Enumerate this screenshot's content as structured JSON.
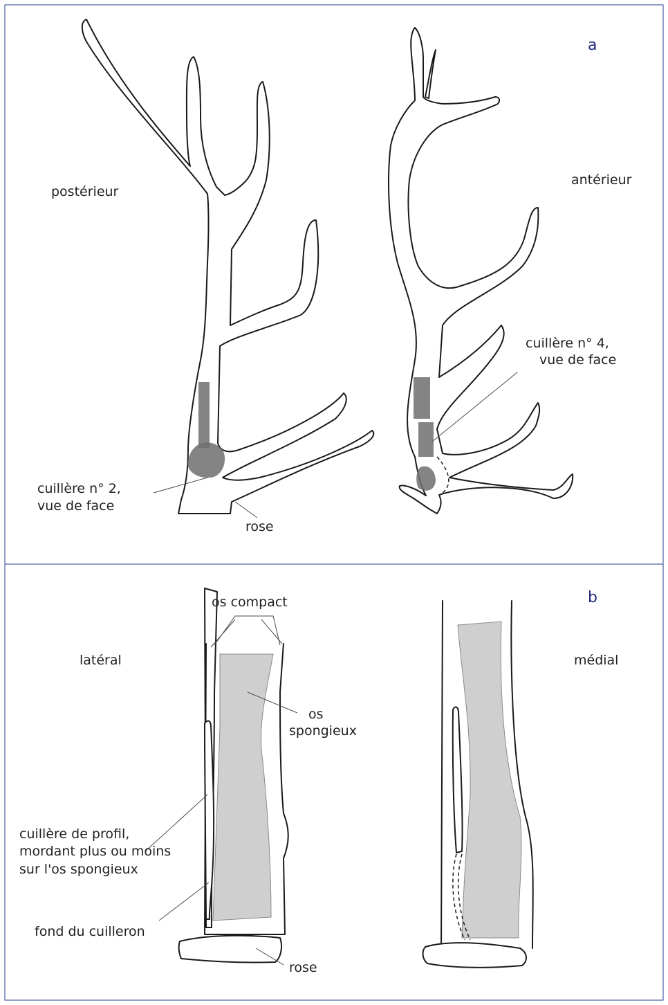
{
  "panel_a": {
    "letter": "a",
    "left_view_label": "postérieur",
    "right_view_label": "antérieur",
    "spoon2_label_line1": "cuillère n° 2,",
    "spoon2_label_line2": "vue de face",
    "rose_label": "rose",
    "spoon4_label_line1": "cuillère n° 4,",
    "spoon4_label_line2": "vue de face"
  },
  "panel_b": {
    "letter": "b",
    "compact_label": "os compact",
    "left_view_label": "latéral",
    "right_view_label": "médial",
    "spongy_label_line1": "os",
    "spongy_label_line2": "spongieux",
    "profile_label_line1": "cuillère de profil,",
    "profile_label_line2": "mordant plus ou moins",
    "profile_label_line3": "sur l'os spongieux",
    "bottom_label": "fond du cuilleron",
    "rose_label": "rose"
  },
  "colors": {
    "frame": "#2a3f8f",
    "panel_letter": "#1f2a7a",
    "spongy_bone": "#cfcfcf",
    "spoon_shading": "#6e6e6e"
  }
}
